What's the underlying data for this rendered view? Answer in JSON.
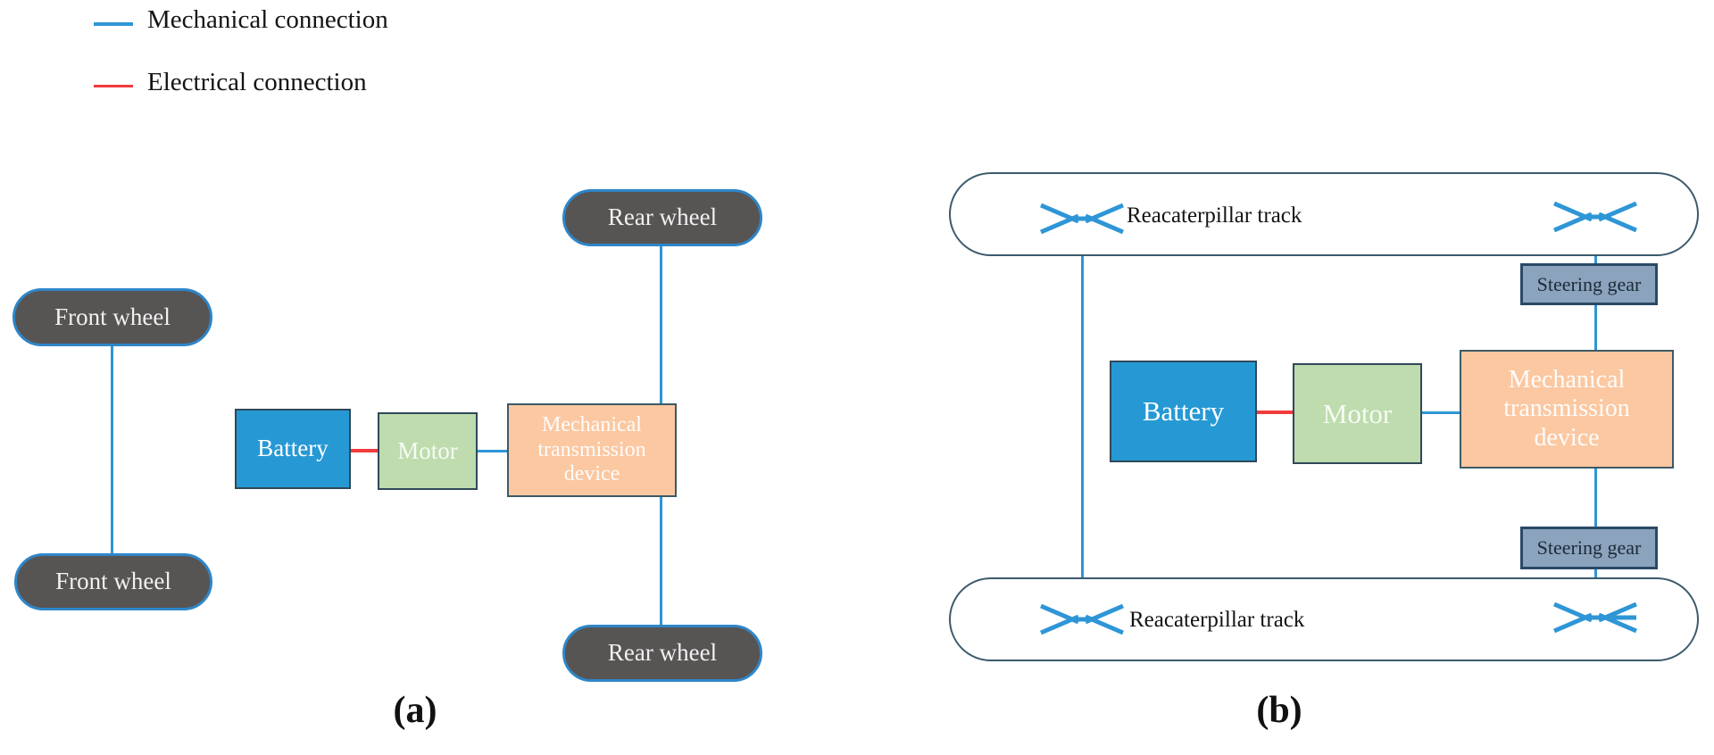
{
  "legend": {
    "items": [
      {
        "label": "Mechanical connection",
        "color": "#2e96d6"
      },
      {
        "label": "Electrical connection",
        "color": "#f03c3c"
      }
    ]
  },
  "panel_a": {
    "caption": "(a)",
    "front_wheel_top": "Front wheel",
    "front_wheel_bottom": "Front wheel",
    "rear_wheel_top": "Rear wheel",
    "rear_wheel_bottom": "Rear wheel",
    "battery": "Battery",
    "motor": "Motor",
    "transmission": "Mechanical transmission device"
  },
  "panel_b": {
    "caption": "(b)",
    "track_top": "Reacaterpillar track",
    "track_bottom": "Reacaterpillar track",
    "steering_top": "Steering gear",
    "steering_bottom": "Steering gear",
    "battery": "Battery",
    "motor": "Motor",
    "transmission": "Mechanical transmission device"
  },
  "icons": {
    "track_sprocket": "sprocket-axle-icon (blue >—< glyph)"
  },
  "colors": {
    "mechanical_line": "#2e96d6",
    "electrical_line": "#f03c3c",
    "battery_fill": "#2699d5",
    "motor_fill": "#bedcae",
    "transmission_fill": "#fbc8a2",
    "steering_fill": "#8ba3bd",
    "wheel_fill": "#575454",
    "wheel_border": "#2e86c8",
    "box_border": "#2f4858",
    "track_border": "#3c5a6c"
  }
}
